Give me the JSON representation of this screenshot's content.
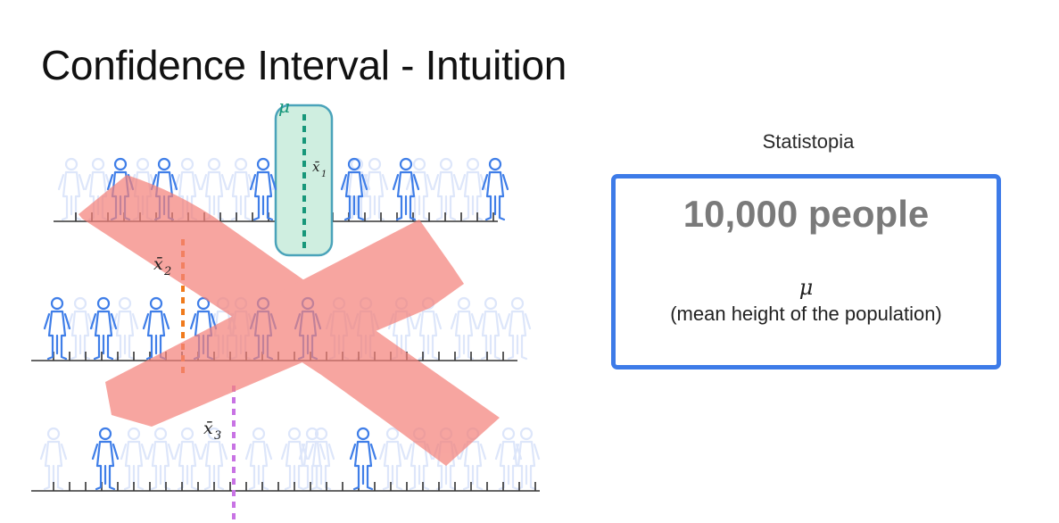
{
  "title": "Confidence Interval - Intuition",
  "population": {
    "name": "Statistopia",
    "count": "10,000 people",
    "symbol": "μ",
    "description": "(mean height of the population)"
  },
  "diagram": {
    "mu_label": "μ",
    "samples": [
      {
        "label": "x̄",
        "subscript": "1",
        "color": "#17977a"
      },
      {
        "label": "x̄",
        "subscript": "2",
        "color": "#f07a1c"
      },
      {
        "label": "x̄",
        "subscript": "3",
        "color": "#c873e4"
      }
    ]
  },
  "colors": {
    "person_outline": "#3f7ee8",
    "person_faded": "#dde6fa",
    "cross": "#f4837c",
    "box_border": "#3d7be8",
    "highlight_fill": "#cfeee0",
    "highlight_border": "#4aa3ba"
  }
}
